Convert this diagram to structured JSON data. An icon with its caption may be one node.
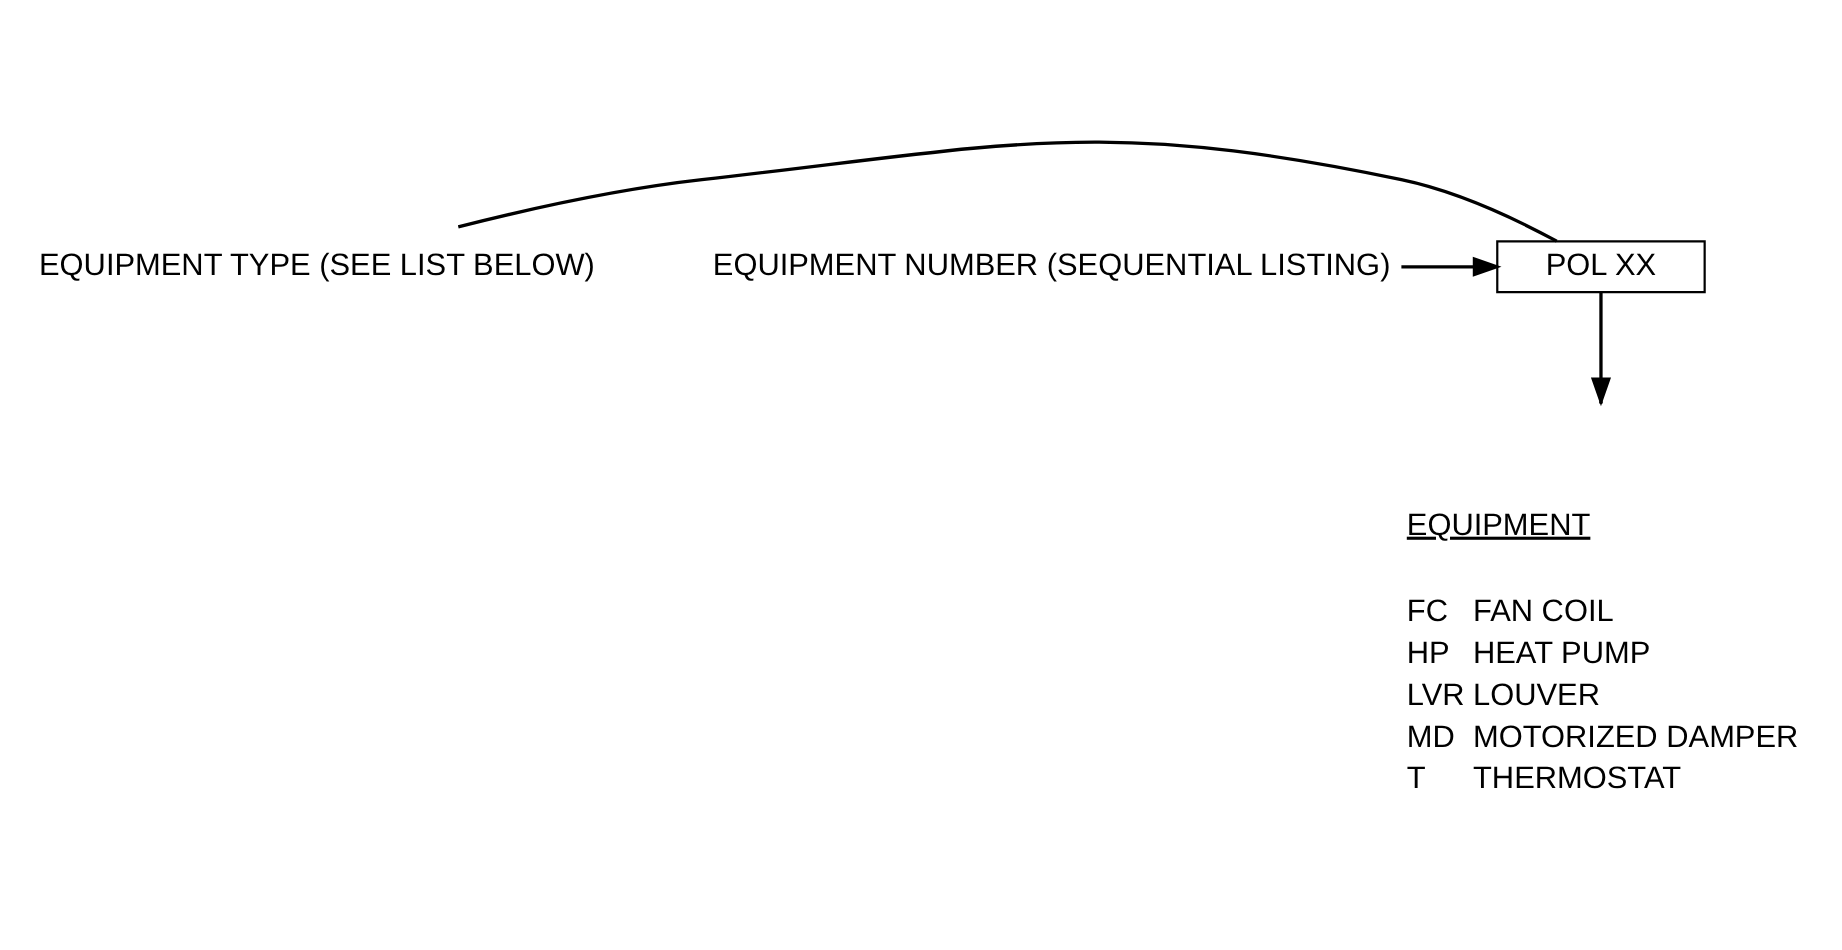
{
  "diagram": {
    "nodes": [
      {
        "text": [
          "EQUIPMENT TYPE (SEE LIST BELOW)"
        ]
      },
      {
        "text": [
          "POL XX"
        ]
      },
      {
        "text": [
          "EQUIPMENT NUMBER (SEQUENTIAL LISTING)"
        ]
      }
    ],
    "edges": [
      {
        "from": 0,
        "to": 1,
        "arrow": "none"
      },
      {
        "from": 2,
        "to": 1,
        "arrow": "to"
      },
      {
        "from": 1,
        "to": null,
        "arrow": "to"
      }
    ],
    "labels": [
      "EQUIPMENT",
      "FC",
      "FAN COIL",
      "HP",
      "HEAT PUMP",
      "LVR",
      "LOUVER",
      "MD",
      "MOTORIZED DAMPER",
      "T",
      "THERMOSTAT"
    ]
  }
}
